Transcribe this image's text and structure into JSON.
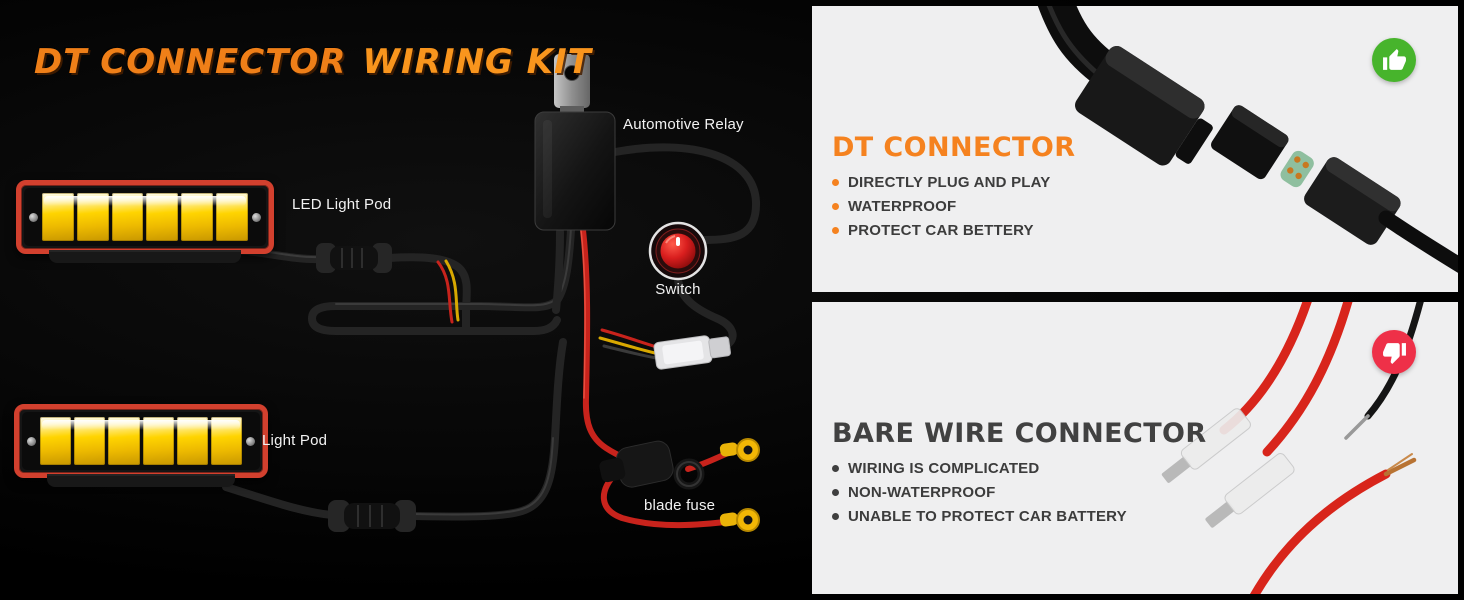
{
  "title": {
    "part1": "DT CONNECTOR",
    "part2": "WIRING KIT"
  },
  "diagram_labels": {
    "relay": "Automotive Relay",
    "led_pod_top": "LED Light Pod",
    "led_pod_bottom": "Light Pod",
    "switch": "Switch",
    "fuse": "blade fuse"
  },
  "panels": [
    {
      "heading": "DT CONNECTOR",
      "verdict": "thumbs-up",
      "bullets": [
        "DIRECTLY PLUG AND PLAY",
        "WATERPROOF",
        "PROTECT CAR BETTERY"
      ]
    },
    {
      "heading": "BARE WIRE CONNECTOR",
      "verdict": "thumbs-down",
      "bullets": [
        "WIRING IS COMPLICATED",
        "NON-WATERPROOF",
        "UNABLE TO PROTECT CAR BATTERY"
      ]
    }
  ],
  "colors": {
    "accent_orange": "#f5821f",
    "thumbs_up_green": "#47b42c",
    "thumbs_down_red": "#ee3048",
    "pod_border_red": "#d2402e",
    "wire_red": "#c8231c",
    "panel_background": "#efeff0",
    "page_background": "#000000"
  }
}
